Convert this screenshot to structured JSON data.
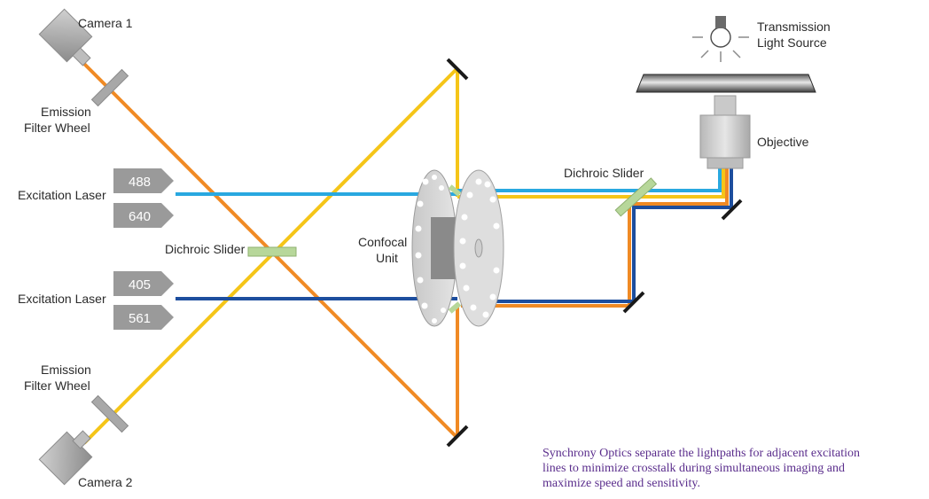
{
  "labels": {
    "camera1": "Camera 1",
    "camera2": "Camera 2",
    "emission_filter_wheel_top": [
      "Emission",
      "Filter Wheel"
    ],
    "emission_filter_wheel_bottom": [
      "Emission",
      "Filter Wheel"
    ],
    "excitation_laser_top": "Excitation Laser",
    "excitation_laser_bottom": "Excitation Laser",
    "dichroic_slider_left": "Dichroic Slider",
    "dichroic_slider_right": "Dichroic Slider",
    "confocal_unit": [
      "Confocal",
      "Unit"
    ],
    "transmission_light_source": [
      "Transmission",
      "Light Source"
    ],
    "objective": "Objective"
  },
  "laser_tags": [
    "488",
    "640",
    "405",
    "561"
  ],
  "caption": "Synchrony Optics separate the lightpaths for adjacent excitation lines to minimize crosstalk during simultaneous imaging and maximize speed and sensitivity.",
  "colors": {
    "orange": "#f08a24",
    "yellow": "#f5c518",
    "light_blue": "#29a8e0",
    "dark_blue": "#1d4e9e",
    "filter_green": "#b7d79a",
    "gray": "#9a9a9a",
    "caption": "#5a2d8c"
  }
}
